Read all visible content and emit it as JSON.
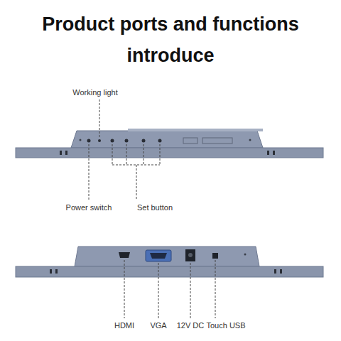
{
  "diagram": {
    "title": "Product ports and functions introduce",
    "labels": [
      "Working light",
      "Power switch",
      "Set button",
      "HDMI",
      "VGA",
      "12V DC",
      "Touch USB"
    ]
  }
}
